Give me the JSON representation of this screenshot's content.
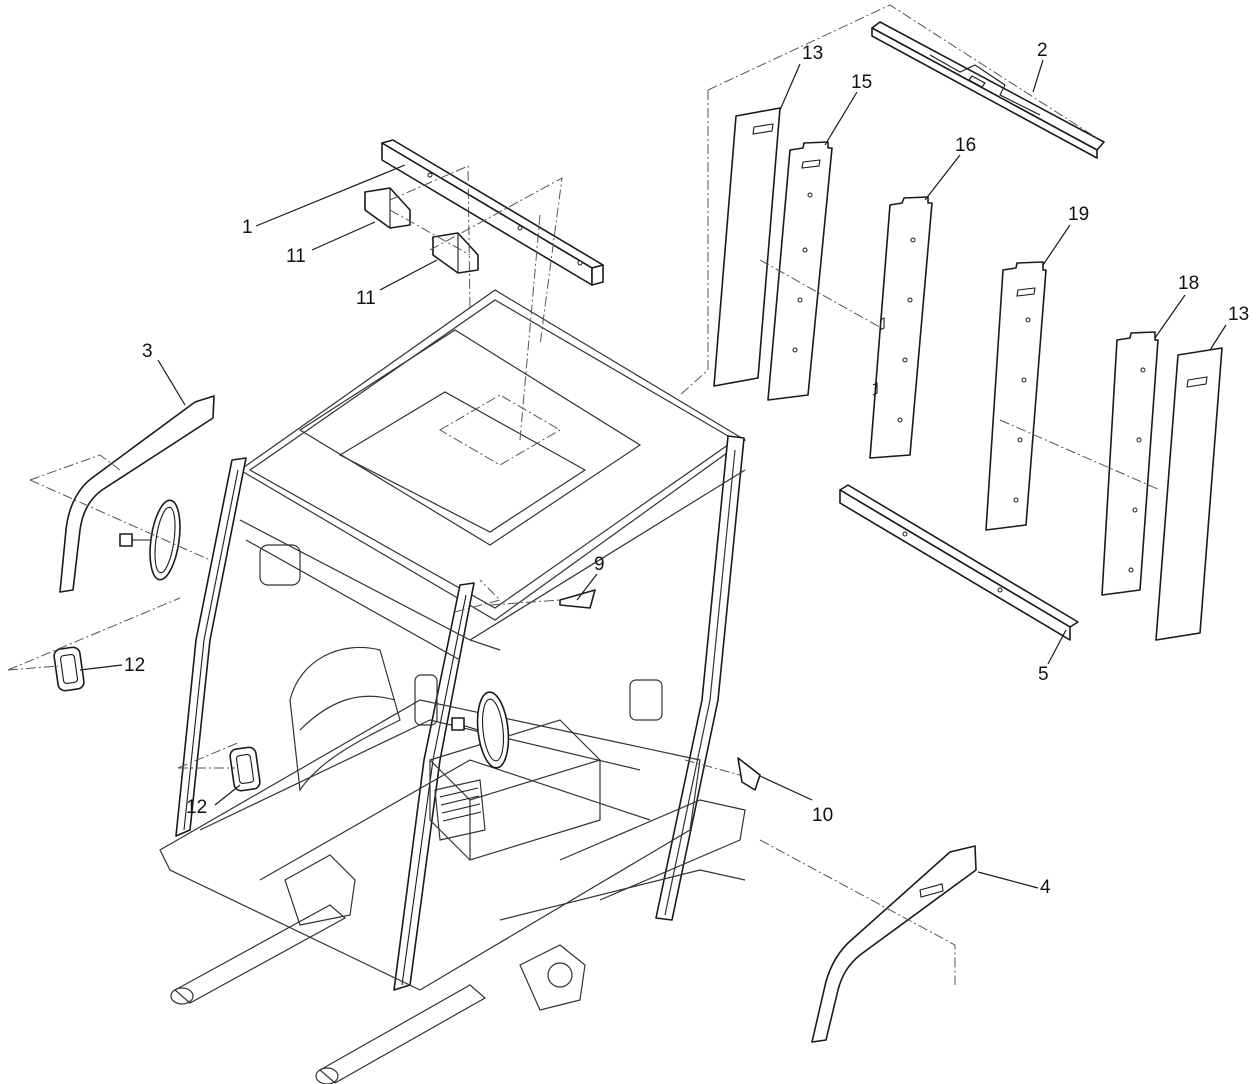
{
  "diagram": {
    "callouts": [
      {
        "id": "c1",
        "label": "1"
      },
      {
        "id": "c2",
        "label": "2"
      },
      {
        "id": "c3",
        "label": "3"
      },
      {
        "id": "c4",
        "label": "4"
      },
      {
        "id": "c5",
        "label": "5"
      },
      {
        "id": "c9",
        "label": "9"
      },
      {
        "id": "c10",
        "label": "10"
      },
      {
        "id": "c11a",
        "label": "11"
      },
      {
        "id": "c11b",
        "label": "11"
      },
      {
        "id": "c12a",
        "label": "12"
      },
      {
        "id": "c12b",
        "label": "12"
      },
      {
        "id": "c13a",
        "label": "13"
      },
      {
        "id": "c13b",
        "label": "13"
      },
      {
        "id": "c15",
        "label": "15"
      },
      {
        "id": "c16",
        "label": "16"
      },
      {
        "id": "c18",
        "label": "18"
      },
      {
        "id": "c19",
        "label": "19"
      }
    ]
  },
  "colors": {
    "line": "#1a1a1a",
    "background": "#ffffff"
  }
}
